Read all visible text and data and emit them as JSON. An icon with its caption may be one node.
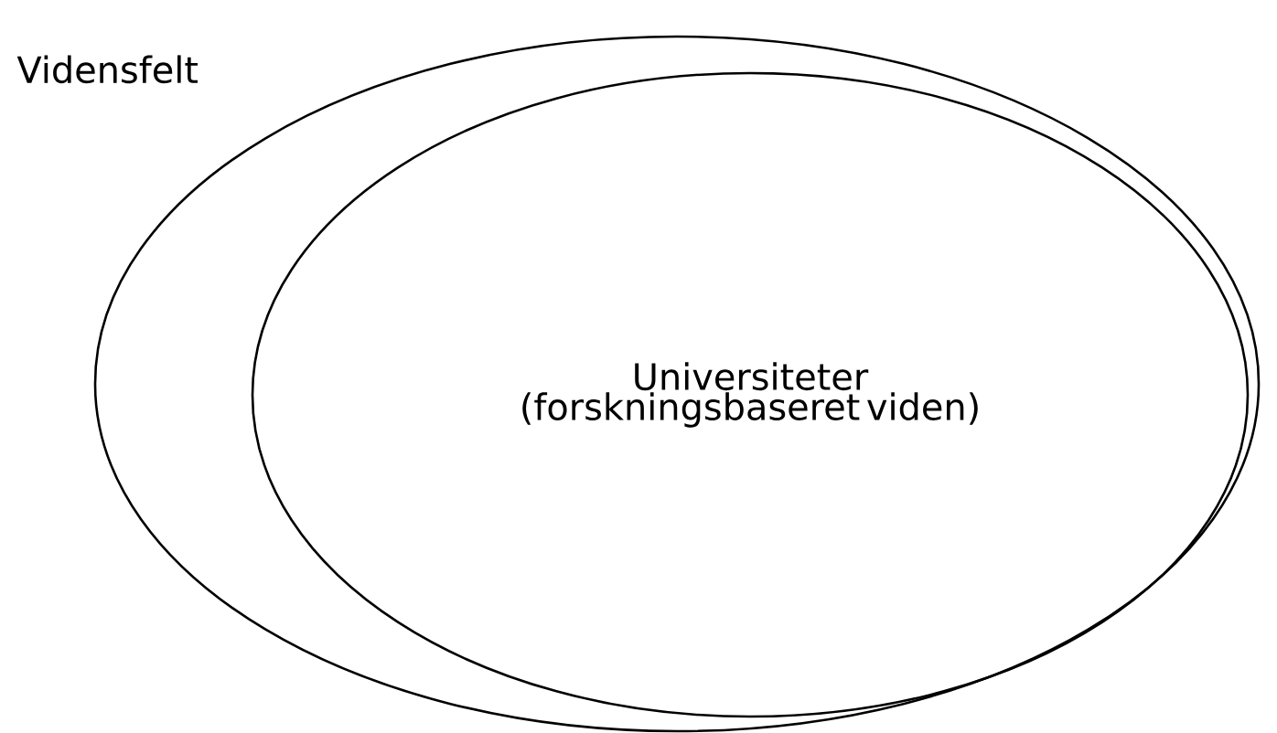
{
  "diagram": {
    "nodes": [
      {
        "text": [
          "Vidensfelt"
        ]
      },
      {
        "text": [
          "Universiteter (forskningsbaseret viden)"
        ],
        "in": 0
      }
    ]
  }
}
